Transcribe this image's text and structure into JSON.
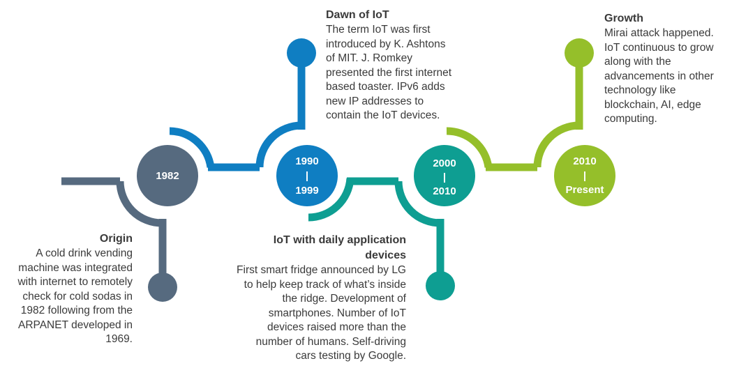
{
  "colors": {
    "slate": "#566a7f",
    "blue": "#0f7ec2",
    "teal": "#0e9e92",
    "green": "#95bf2a",
    "text": "#3a3a3a"
  },
  "milestones": [
    {
      "node_lines": [
        "1982"
      ],
      "title": "Origin",
      "text": "A cold drink vending machine was integrated with internet to remotely check for cold sodas in 1982 following from the ARPANET developed in 1969."
    },
    {
      "node_lines": [
        "1990",
        "|",
        "1999"
      ],
      "title": "Dawn of IoT",
      "text": "The term IoT was first introduced by K. Ashtons of MIT. J. Romkey presented the first internet based toaster. IPv6 adds new IP addresses to contain the IoT devices."
    },
    {
      "node_lines": [
        "2000",
        "|",
        "2010"
      ],
      "title": "IoT with daily application devices",
      "text": "First smart fridge announced by LG to help keep track of what’s inside the ridge. Development of smartphones. Number of IoT devices raised more than the number of humans. Self-driving cars testing by Google."
    },
    {
      "node_lines": [
        "2010",
        "|",
        "Present"
      ],
      "title": "Growth",
      "text": "Mirai attack happened. IoT continuous to grow along with the advancements in other technology like blockchain, AI, edge computing."
    }
  ]
}
